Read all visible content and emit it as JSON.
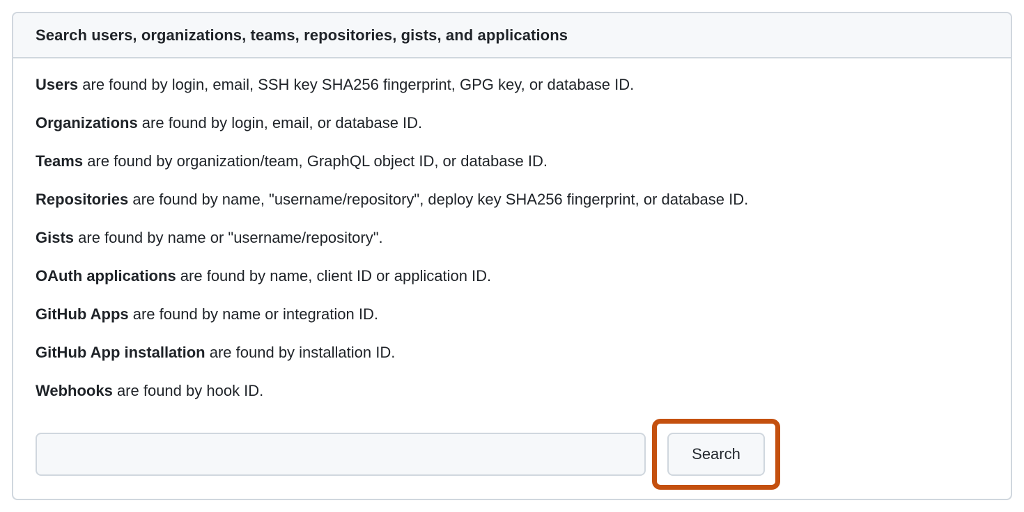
{
  "panel": {
    "title": "Search users, organizations, teams, repositories, gists, and applications",
    "rows": [
      {
        "term": "Users",
        "description": " are found by login, email, SSH key SHA256 fingerprint, GPG key, or database ID."
      },
      {
        "term": "Organizations",
        "description": " are found by login, email, or database ID."
      },
      {
        "term": "Teams",
        "description": " are found by organization/team, GraphQL object ID, or database ID."
      },
      {
        "term": "Repositories",
        "description": " are found by name, \"username/repository\", deploy key SHA256 fingerprint, or database ID."
      },
      {
        "term": "Gists",
        "description": " are found by name or \"username/repository\"."
      },
      {
        "term": "OAuth applications",
        "description": " are found by name, client ID or application ID."
      },
      {
        "term": "GitHub Apps",
        "description": " are found by name or integration ID."
      },
      {
        "term": "GitHub App installation",
        "description": " are found by installation ID."
      },
      {
        "term": "Webhooks",
        "description": " are found by hook ID."
      }
    ],
    "search": {
      "input_value": "",
      "button_label": "Search"
    }
  },
  "colors": {
    "highlight_orange": "#c4500f",
    "card_border": "#d0d7de",
    "header_background": "#f6f8fa",
    "text": "#1f2328"
  }
}
